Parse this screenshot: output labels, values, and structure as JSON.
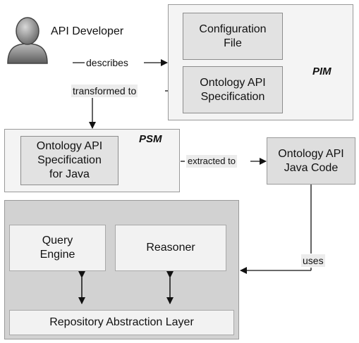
{
  "actor": {
    "label": "API Developer",
    "icon": "user-icon"
  },
  "pim": {
    "tag": "PIM",
    "items": [
      "Configuration\nFile",
      "Ontology API\nSpecification"
    ]
  },
  "psm": {
    "tag": "PSM",
    "item": "Ontology API\nSpecification\nfor Java"
  },
  "code_box": "Ontology API\nJava Code",
  "runtime": {
    "query_engine": "Query\nEngine",
    "reasoner": "Reasoner",
    "repository": "Repository Abstraction Layer"
  },
  "edges": {
    "describes": "describes",
    "transformed_to": "transformed to",
    "extracted_to": "extracted to",
    "uses": "uses"
  }
}
